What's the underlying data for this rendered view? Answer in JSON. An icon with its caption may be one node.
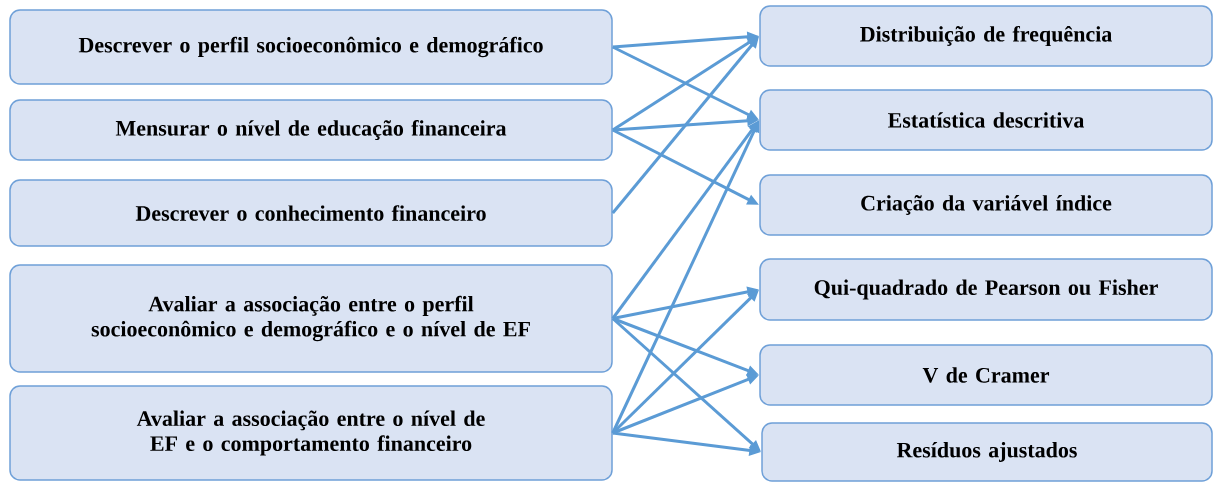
{
  "diagram": {
    "nodes": [
      {
        "text": [
          "Descrever o perfil socioeconômico e demográfico"
        ]
      },
      {
        "text": [
          "Mensurar o nível de educação financeira"
        ]
      },
      {
        "text": [
          "Descrever o conhecimento financeiro"
        ]
      },
      {
        "text": [
          "Avaliar a associação entre o perfil socioeconômico e demográfico e o nível de EF"
        ]
      },
      {
        "text": [
          "Avaliar a associação entre o nível de EF e o comportamento financeiro"
        ]
      },
      {
        "text": [
          "Distribuição de frequência"
        ]
      },
      {
        "text": [
          "Estatística descritiva"
        ]
      },
      {
        "text": [
          "Criação da variável índice"
        ]
      },
      {
        "text": [
          "Qui-quadrado de Pearson ou Fisher"
        ]
      },
      {
        "text": [
          "V de Cramer"
        ]
      },
      {
        "text": [
          "Resíduos ajustados"
        ]
      }
    ],
    "edges": [
      {
        "from": 0,
        "to": 5,
        "arrow": "to"
      },
      {
        "from": 0,
        "to": 6,
        "arrow": "to"
      },
      {
        "from": 1,
        "to": 5,
        "arrow": "to"
      },
      {
        "from": 1,
        "to": 6,
        "arrow": "to"
      },
      {
        "from": 1,
        "to": 7,
        "arrow": "to"
      },
      {
        "from": 2,
        "to": 5,
        "arrow": "to"
      },
      {
        "from": 3,
        "to": 6,
        "arrow": "to"
      },
      {
        "from": 3,
        "to": 8,
        "arrow": "to"
      },
      {
        "from": 3,
        "to": 9,
        "arrow": "to"
      },
      {
        "from": 3,
        "to": 10,
        "arrow": "to"
      },
      {
        "from": 4,
        "to": 6,
        "arrow": "to"
      },
      {
        "from": 4,
        "to": 8,
        "arrow": "to"
      },
      {
        "from": 4,
        "to": 9,
        "arrow": "to"
      },
      {
        "from": 4,
        "to": 10,
        "arrow": "to"
      }
    ]
  }
}
